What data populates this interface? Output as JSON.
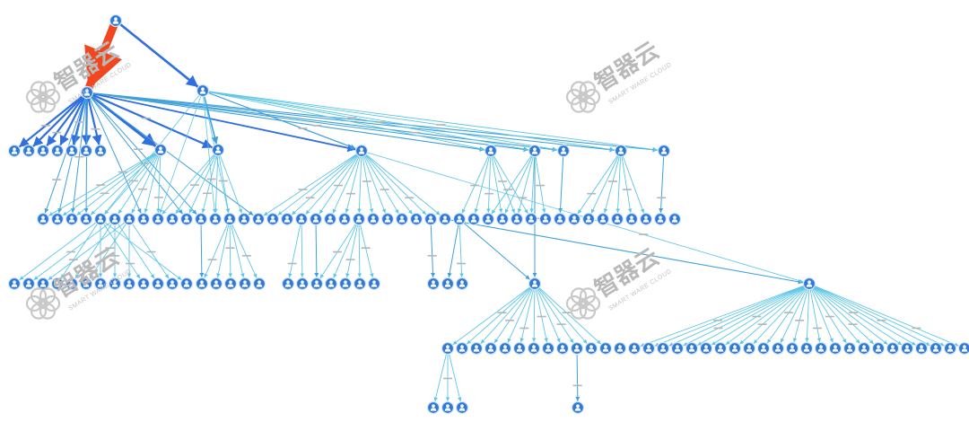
{
  "watermark": {
    "text": "智器云",
    "subtext": "SMART WARE CLOUD"
  },
  "colors": {
    "node": "#2f7ad6",
    "edge_light": "#5cc6e6",
    "edge_mid": "#3fa0dc",
    "edge_strong": "#2f6fe0",
    "edge_highlight": "#f2461f",
    "background": "#ffffff"
  },
  "graph": {
    "node_icon": "person-icon",
    "edge_label_style": "tiny-gray-text"
  }
}
